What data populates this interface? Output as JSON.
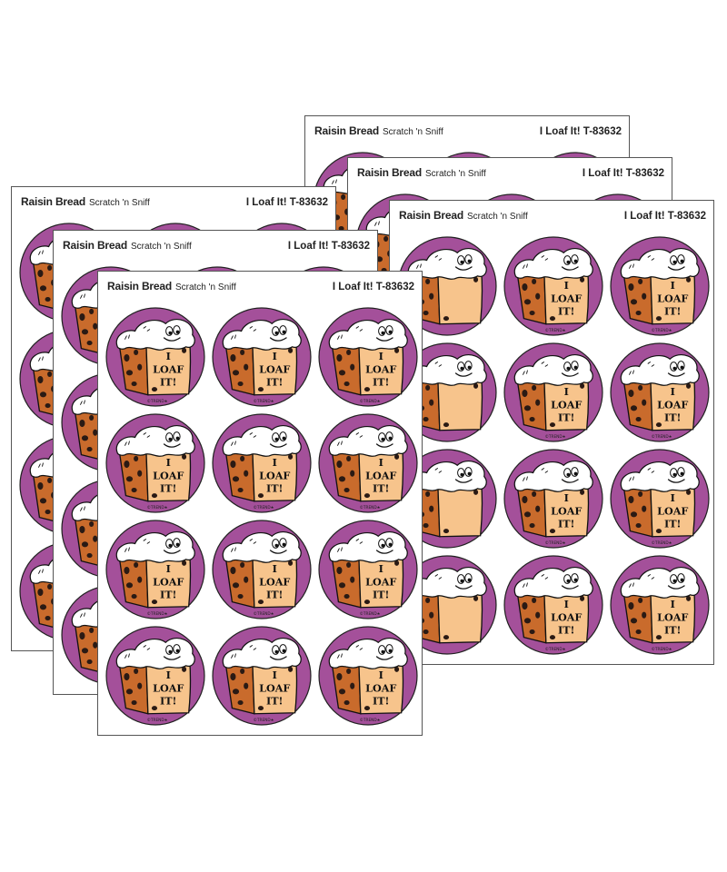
{
  "product": {
    "flavor": "Raisin Bread",
    "type": "Scratch 'n Sniff",
    "title": "I Loaf It!",
    "code": "T-83632"
  },
  "sticker": {
    "lines": [
      "I",
      "LOAF",
      "IT!"
    ],
    "copyright": "©TREND★"
  },
  "sheet_count": 6,
  "rows": 4,
  "cols": 3,
  "colors": {
    "purple": "#a4509a",
    "crust": "#c96b2c",
    "crumb": "#f7c48c",
    "raisin": "#2a1a14"
  }
}
